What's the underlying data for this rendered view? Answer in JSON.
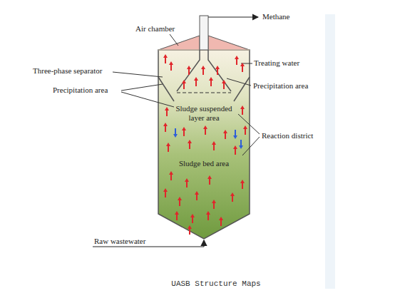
{
  "diagram": {
    "caption": "UASB Structure Maps",
    "labels": [
      "Methane",
      "Air chamber",
      "Treating water",
      "Three-phase separator",
      "Precipitation area",
      "Precipitation area",
      "Sludge suspended layer area",
      "Reaction district",
      "Sludge bed area",
      "Raw wastewater"
    ]
  }
}
